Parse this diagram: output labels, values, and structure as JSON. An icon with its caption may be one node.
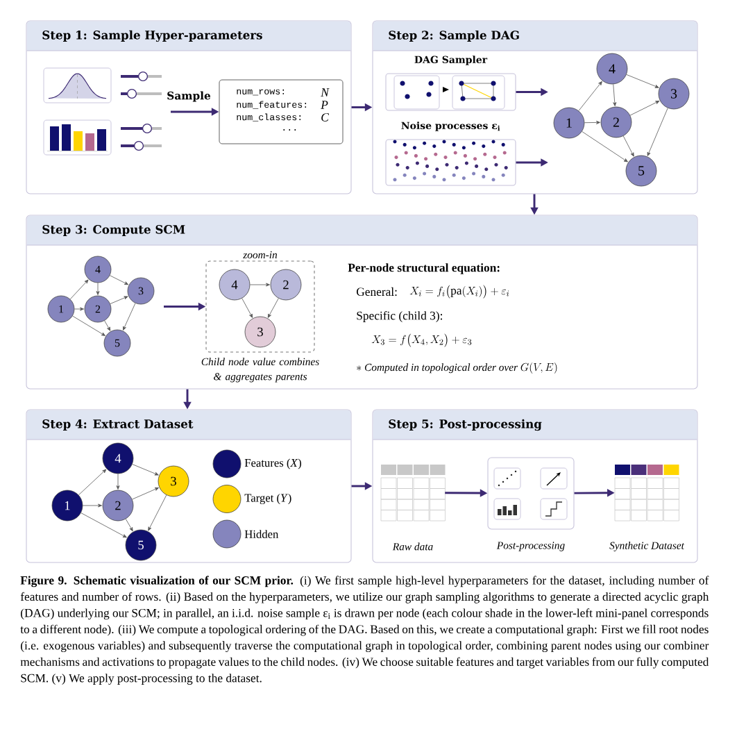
{
  "diagram": {
    "caption": "**Figure 9. Schematic visualization of our SCM prior.** (i) We first sample high-level hyperparameters for the dataset, including number of features and number of rows. (ii) Based on the hyperparameters, we utilize our graph sampling algorithms to generate a directed acyclic graph (DAG) underlying our SCM; in parallel, an i.i.d. noise sample ε$_{i}$ is drawn per node (each colour shade in the lower-left mini-panel corresponds to a different node). (iii) We compute a topological ordering of the DAG. Based on this, we create a computational graph: First we fill root nodes (i.e. exogenous variables) and subsequently traverse the computational graph in topological order, combining parent nodes using our combiner mechanisms and activations to propagate values to the child nodes. (iv) We choose suitable features and target variables from our fully computed SCM. (v) We apply post-processing to the dataset.",
    "nodes": [
      {
        "text": [
          "Step 1: Sample Hyper-parameters"
        ]
      },
      {
        "text": [
          "num_rows:",
          "N",
          "num_features:",
          "P",
          "num_classes:",
          "C",
          "..."
        ],
        "in": 0
      },
      {
        "text": [
          "Step 2: Sample DAG"
        ]
      },
      {
        "text": [
          "DAG Sampler"
        ],
        "in": 2
      },
      {
        "text": [
          "Noise processes ε$_{i}$"
        ],
        "in": 2
      },
      {
        "text": [
          "1"
        ],
        "in": 2
      },
      {
        "text": [
          "2"
        ],
        "in": 2
      },
      {
        "text": [
          "3"
        ],
        "in": 2
      },
      {
        "text": [
          "4"
        ],
        "in": 2
      },
      {
        "text": [
          "5"
        ],
        "in": 2
      },
      {
        "text": [
          "Step 3: Compute SCM"
        ]
      },
      {
        "text": [
          "1"
        ],
        "in": 10
      },
      {
        "text": [
          "2"
        ],
        "in": 10
      },
      {
        "text": [
          "3"
        ],
        "in": 10
      },
      {
        "text": [
          "4"
        ],
        "in": 10
      },
      {
        "text": [
          "5"
        ],
        "in": 10
      },
      {
        "text": [
          "zoom-in"
        ],
        "beside": [
          "Child node value combines & aggregates parents"
        ],
        "in": 10
      },
      {
        "text": [
          "4"
        ],
        "in": 16
      },
      {
        "text": [
          "2"
        ],
        "in": 16
      },
      {
        "text": [
          "3"
        ],
        "in": 16
      },
      {
        "text": [
          "Step 4: Extract Dataset"
        ]
      },
      {
        "text": [
          "1"
        ],
        "in": 20
      },
      {
        "text": [
          "2"
        ],
        "in": 20
      },
      {
        "text": [
          "3"
        ],
        "in": 20
      },
      {
        "text": [
          "4"
        ],
        "in": 20
      },
      {
        "text": [
          "5"
        ],
        "in": 20
      },
      {
        "text": [
          "Step 5: Post-processing"
        ]
      },
      {
        "text": [],
        "shape": "table",
        "beside": [
          "Raw data"
        ],
        "in": 26
      },
      {
        "text": [],
        "shape": "box",
        "beside": [
          "Post-processing"
        ],
        "in": 26
      },
      {
        "text": [],
        "shape": "table",
        "beside": [
          "Synthetic Dataset"
        ],
        "in": 26
      }
    ],
    "edges": [
      {
        "from": null,
        "to": 1,
        "arrow": "to",
        "label": "Sample",
        "style": "thick",
        "color": "#3d2a73"
      },
      {
        "from": 0,
        "to": 2,
        "arrow": "to",
        "style": "thick",
        "color": "#3d2a73"
      },
      {
        "from": 3,
        "to": null,
        "arrow": "to",
        "style": "thick",
        "color": "#3d2a73"
      },
      {
        "from": 4,
        "to": null,
        "arrow": "to",
        "style": "thick",
        "color": "#3d2a73"
      },
      {
        "from": 5,
        "to": 8,
        "arrow": "to"
      },
      {
        "from": 5,
        "to": 6,
        "arrow": "to"
      },
      {
        "from": 5,
        "to": 9,
        "arrow": "to"
      },
      {
        "from": 8,
        "to": 6,
        "arrow": "to"
      },
      {
        "from": 8,
        "to": 7,
        "arrow": "to"
      },
      {
        "from": 6,
        "to": 7,
        "arrow": "to"
      },
      {
        "from": 6,
        "to": 9,
        "arrow": "to"
      },
      {
        "from": 7,
        "to": 9,
        "arrow": "to"
      },
      {
        "from": 2,
        "to": 10,
        "arrow": "to",
        "style": "thick",
        "color": "#3d2a73"
      },
      {
        "from": 11,
        "to": 14,
        "arrow": "to"
      },
      {
        "from": 11,
        "to": 12,
        "arrow": "to"
      },
      {
        "from": 11,
        "to": 15,
        "arrow": "to"
      },
      {
        "from": 14,
        "to": 12,
        "arrow": "to"
      },
      {
        "from": 14,
        "to": 13,
        "arrow": "to"
      },
      {
        "from": 12,
        "to": 13,
        "arrow": "to"
      },
      {
        "from": 12,
        "to": 15,
        "arrow": "to"
      },
      {
        "from": 13,
        "to": 15,
        "arrow": "to"
      },
      {
        "from": null,
        "to": 16,
        "arrow": "to",
        "style": "thick",
        "color": "#3d2a73"
      },
      {
        "from": 17,
        "to": 18,
        "arrow": "to"
      },
      {
        "from": 17,
        "to": 19,
        "arrow": "to"
      },
      {
        "from": 18,
        "to": 19,
        "arrow": "to"
      },
      {
        "from": 10,
        "to": 20,
        "arrow": "to",
        "style": "thick",
        "color": "#3d2a73"
      },
      {
        "from": 21,
        "to": 24,
        "arrow": "to"
      },
      {
        "from": 21,
        "to": 22,
        "arrow": "to"
      },
      {
        "from": 21,
        "to": 25,
        "arrow": "to"
      },
      {
        "from": 24,
        "to": 22,
        "arrow": "to"
      },
      {
        "from": 24,
        "to": 23,
        "arrow": "to"
      },
      {
        "from": 22,
        "to": 23,
        "arrow": "to"
      },
      {
        "from": 22,
        "to": 25,
        "arrow": "to"
      },
      {
        "from": 23,
        "to": 25,
        "arrow": "to"
      },
      {
        "from": 20,
        "to": 26,
        "arrow": "to",
        "style": "thick",
        "color": "#3d2a73"
      },
      {
        "from": 27,
        "to": 28,
        "arrow": "to",
        "style": "thick",
        "color": "#3d2a73"
      },
      {
        "from": 28,
        "to": 29,
        "arrow": "to",
        "style": "thick",
        "color": "#3d2a73"
      }
    ],
    "labels": [
      "Per-node structural equation:",
      "General:",
      "X_i = f_i\\bigl(\\mathrm{pa}(X_i)\\bigr) + \\varepsilon_i",
      "Specific (child 3):",
      "X_3 = f\\bigl(X_4, X_2\\bigr) + \\varepsilon_3",
      "\\ast\\ \\textit{Computed in topological order over}\\ G(V,E)"
    ],
    "legend": [
      {
        "text": "Features (*X*)",
        "color": "#10106e"
      },
      {
        "text": "Target (*Y*)",
        "color": "#ffd500"
      },
      {
        "text": "Hidden",
        "color": "#8585bd"
      }
    ]
  }
}
